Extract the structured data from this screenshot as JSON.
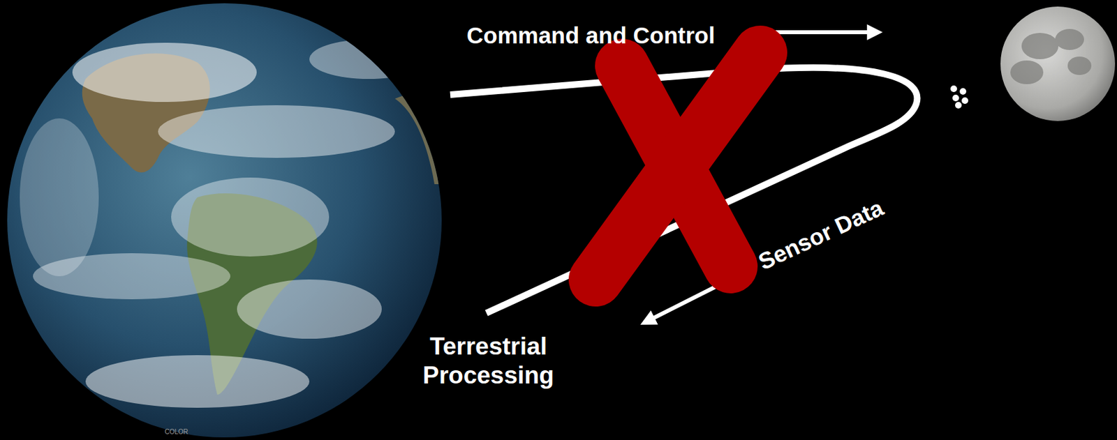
{
  "diagram": {
    "labels": [
      "Command and Control",
      "Sensor Data",
      "Terrestrial Processing",
      "COLOR"
    ]
  }
}
